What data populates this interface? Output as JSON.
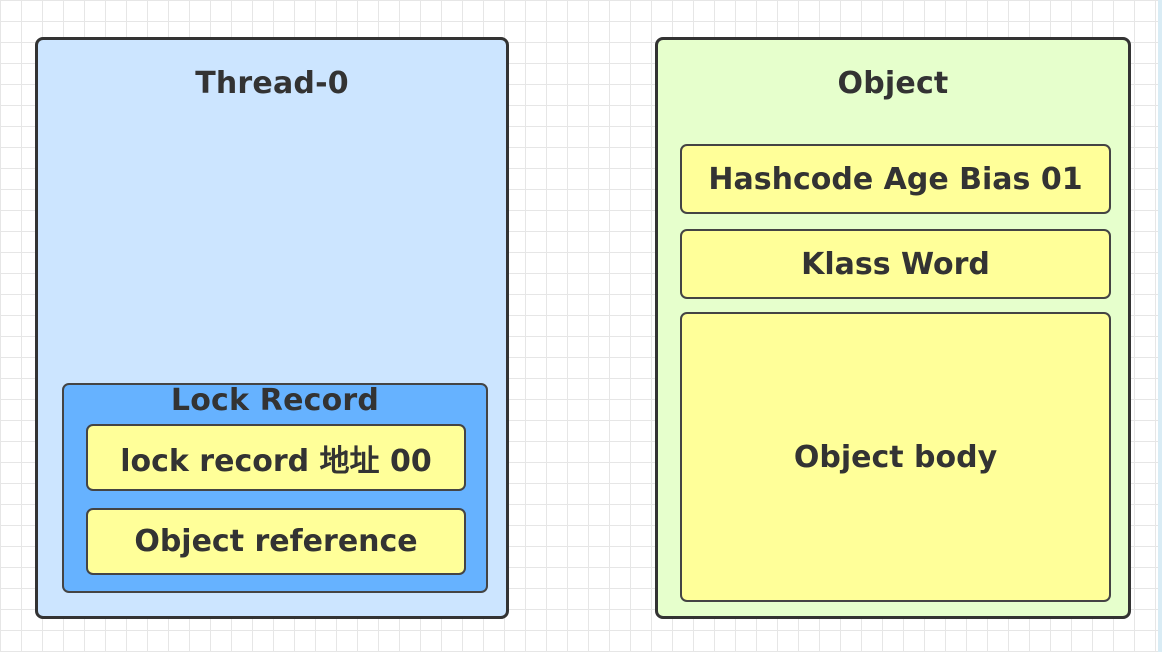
{
  "thread": {
    "title": "Thread-0",
    "lock_record": {
      "title": "Lock Record",
      "rows": [
        "lock  record 地址 00",
        "Object reference"
      ]
    }
  },
  "object": {
    "title": "Object",
    "rows": [
      "Hashcode Age Bias 01",
      "Klass Word",
      "Object body"
    ]
  },
  "colors": {
    "thread_fill": "#cce5ff",
    "lock_record_fill": "#66b2ff",
    "object_fill": "#e6ffcc",
    "cell_fill": "#ffff99",
    "border": "#333333"
  }
}
